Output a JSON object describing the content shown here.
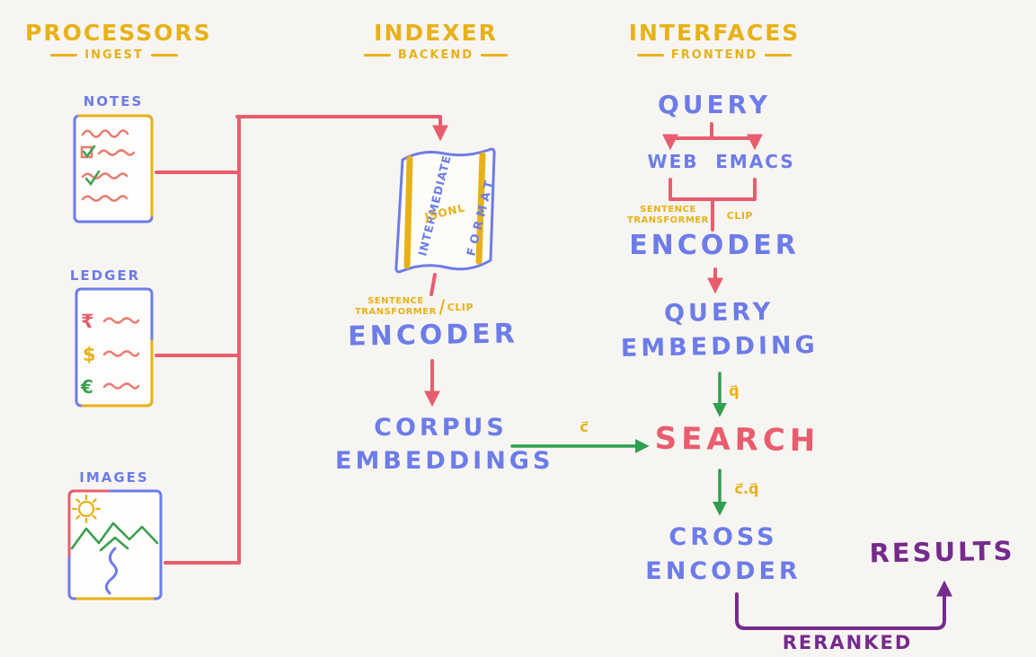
{
  "columns": {
    "processors": {
      "title": "PROCESSORS",
      "subtitle": "INGEST"
    },
    "indexer": {
      "title": "INDEXER",
      "subtitle": "BACKEND"
    },
    "interfaces": {
      "title": "INTERFACES",
      "subtitle": "FRONTEND"
    }
  },
  "sources": {
    "notes": "NOTES",
    "ledger": "LEDGER",
    "images": "IMAGES",
    "ledger_currencies": [
      "₹",
      "$",
      "€"
    ]
  },
  "scroll": {
    "side_left": "INTERMEDIATE",
    "center": "JSONL",
    "side_right": "FORMAT"
  },
  "indexer_nodes": {
    "model_line1": "SENTENCE",
    "model_line2": "TRANSFORMER",
    "model_alt": "CLIP",
    "encoder": "ENCODER",
    "corpus_line1": "CORPUS",
    "corpus_line2": "EMBEDDINGS"
  },
  "interface_nodes": {
    "query": "QUERY",
    "web": "WEB",
    "emacs": "EMACS",
    "model_line1": "SENTENCE",
    "model_line2": "TRANSFORMER",
    "model_alt": "CLIP",
    "encoder": "ENCODER",
    "query_embedding_line1": "QUERY",
    "query_embedding_line2": "EMBEDDING",
    "search": "SEARCH",
    "cross_line1": "CROSS",
    "cross_line2": "ENCODER"
  },
  "edge_labels": {
    "corpus_vector": "c⃗",
    "query_vector": "q⃗",
    "dot_product": "c⃗.q⃗",
    "reranked": "RERANKED"
  },
  "results": "RESULTS",
  "colors": {
    "yellow": "#e8b117",
    "blue": "#6c7ce8",
    "red": "#e85d6e",
    "green": "#2f9e4f",
    "purple": "#762a8c",
    "background": "#f7f5f1"
  }
}
